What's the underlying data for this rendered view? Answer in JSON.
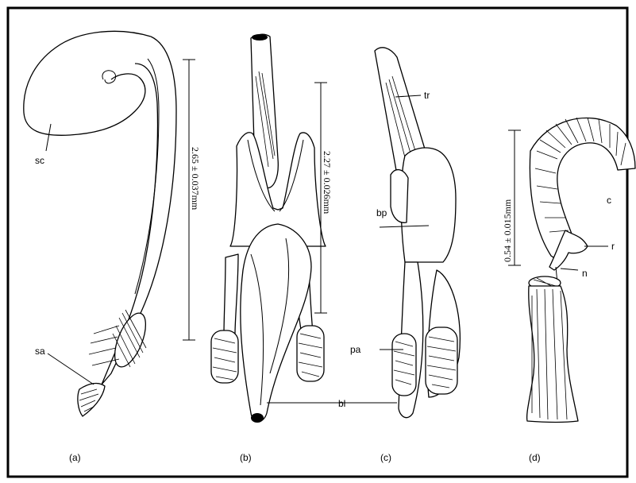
{
  "labels": {
    "sc": "sc",
    "sa": "sa",
    "tr": "tr",
    "bp": "bp",
    "pa": "pa",
    "bl": "bl",
    "c": "c",
    "r": "r",
    "n": "n"
  },
  "measurements": {
    "a": "2.65 ± 0.037mm",
    "b": "2.27 ± 0.026mm",
    "d": "0.54 ± 0.015mm"
  },
  "panels": [
    "(a)",
    "(b)",
    "(c)",
    "(d)"
  ]
}
